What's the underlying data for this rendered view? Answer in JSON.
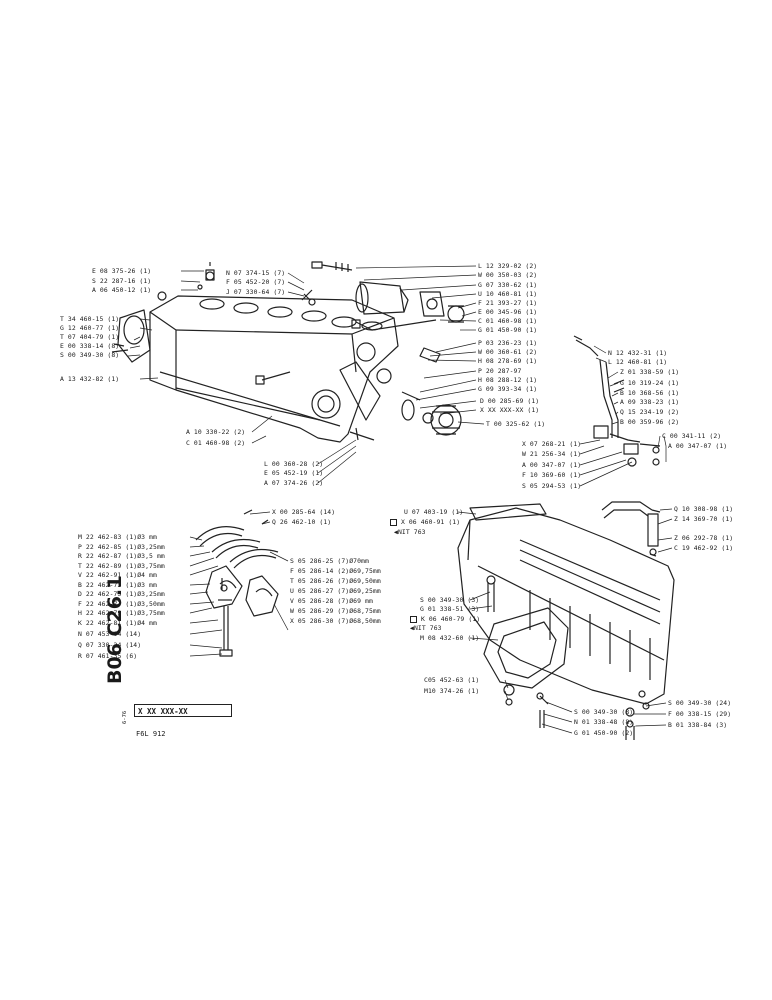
{
  "sheet": {
    "side_code": "B06 C26.1",
    "side_sub": "6-76",
    "part_code": "X XX XXX-XX",
    "engine": "F6L 912"
  },
  "labels_left": [
    "E 08 375-26 (1)",
    "S 22 287-16 (1)",
    "A 06 450-12 (1)",
    "T 34 460-15 (1)",
    "G 12 460-77 (1)",
    "T 07 404-79 (1)",
    "E 00 338-14 (8)",
    "S 00 349-30 (8)",
    "A 13 432-82 (1)"
  ],
  "labels_mid_top": [
    "N 07 374-15 (7)",
    "F 05 452-20 (7)",
    "J 07 330-64 (7)"
  ],
  "labels_mid_block": [
    "A 10 330-22 (2)",
    "C 01 460-98 (2)",
    "L 00 360-28 (2)",
    "E 05 452-19 (1)",
    "A 07 374-26 (2)"
  ],
  "labels_pump": [
    "L 12 329-02 (2)",
    "W 00 350-03 (2)",
    "G 07 330-62 (1)",
    "U 10 460-81 (1)",
    "F 21 393-27 (1)",
    "E 00 345-96 (1)",
    "C 01 460-98 (1)",
    "G 01 450-90 (1)",
    "P 03 236-23 (1)",
    "W 00 360-61 (2)",
    "H 08 278-69 (1)",
    "P 20 287-97",
    "H 08 288-12 (1)",
    "G 09 393-34 (1)",
    "D 00 285-69 (1)",
    "X XX XXX-XX (1)",
    "T 00 325-62 (1)"
  ],
  "labels_pipe": [
    "N 12 432-31 (1)",
    "L 12 460-81 (1)",
    "Z 01 338-59 (1)",
    "G 10 319-24 (1)",
    "B 10 368-56 (1)",
    "A 09 338-23 (1)",
    "Q 15 234-19 (2)",
    "B 00 359-96 (2)",
    "C 00 341-11 (2)",
    "A 00 347-07 (1)",
    "X 07 268-21 (1)",
    "W 21 256-34 (1)",
    "A 00 347-07 (1)",
    "F 10 369-60 (1)",
    "S 05 294-53 (1)"
  ],
  "labels_dipstick": [
    "Q 10 308-98 (1)",
    "Z 14 369-70 (1)",
    "Z 06 292-78 (1)",
    "C 19 462-92 (1)"
  ],
  "labels_bearings": [
    "M 22 462-83 (1)Ø3    mm",
    "P 22 462-85 (1)Ø3,25mm",
    "R 22 462-87 (1)Ø3,5   mm",
    "T 22 462-89 (1)Ø3,75mm",
    "V 22 462-91 (1)Ø4     mm",
    "B 22 462-73 (1)Ø3    mm",
    "D 22 462-75 (1)Ø3,25mm",
    "F 22 462-77 (1)Ø3,50mm",
    "H 22 462-79 (1)Ø3,75mm",
    "K 22 462-81 (1)Ø4    mm",
    "N 07 453-04 (14)",
    "Q 07 330-24 (14)",
    "R 07 461-35 (6)"
  ],
  "labels_bearing_top": [
    "X 00 285-64 (14)",
    "Q 26 462-10 (1)"
  ],
  "labels_pistons": [
    "S 05 286-25 (7)Ø70mm",
    "F 05 286-14 (2)Ø69,75mm",
    "T 05 286-26 (7)Ø69,50mm",
    "U 05 286-27 (7)Ø69,25mm",
    "V 05 286-28 (7)Ø69 mm",
    "W 05 286-29 (7)Ø68,75mm",
    "X 05 286-30 (7)Ø68,50mm"
  ],
  "labels_sump_top": [
    "U 07 403-19 (1)",
    "X 06 460-91 (1)",
    "NIT 763"
  ],
  "labels_sump_mid": [
    "S 00 349-30 (3)",
    "G 01 338-51 (3)",
    "K 06 460-79 (1)",
    "NIT 763",
    "M 08 432-60 (1)"
  ],
  "labels_sump_low": [
    "C05 452-63 (1)",
    "M10 374-26 (1)",
    "S 00 349-30 (8)",
    "N 01 338-48 (8)",
    "G 01 450-90 (2)"
  ],
  "labels_sump_right": [
    "S 00 349-30 (24)",
    "F 00 338-15 (29)",
    "B 01 338-84 (3)"
  ]
}
